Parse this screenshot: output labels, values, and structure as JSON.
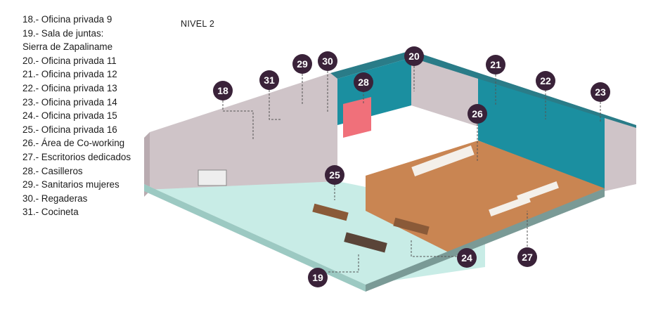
{
  "legend": [
    "18.- Oficina privada 9",
    "19.- Sala de juntas:",
    "Sierra de Zapalinamе",
    "20.- Oficina privada 11",
    "21.- Oficina privada 12",
    "22.- Oficina privada 13",
    "23.- Oficina privada 14",
    "24.- Oficina privada 15",
    "25.- Oficina privada 16",
    "26.- Área de Co-working",
    "27.- Escritorios dedicados",
    "28.- Casilleros",
    "29.- Sanitarios mujeres",
    "30.- Regaderas",
    "31.- Cocineta"
  ],
  "level_title": "NIVEL 2",
  "badges": [
    "18",
    "19",
    "20",
    "21",
    "22",
    "23",
    "24",
    "25",
    "26",
    "27",
    "28",
    "29",
    "30",
    "31"
  ],
  "colors": {
    "badge": "#3a2239",
    "teal": "#1b8fa0",
    "floor_wood": "#c98552",
    "floor_mint": "#c8ece6",
    "wall_grey": "#cfc4c8",
    "lockers": "#f0707a"
  }
}
